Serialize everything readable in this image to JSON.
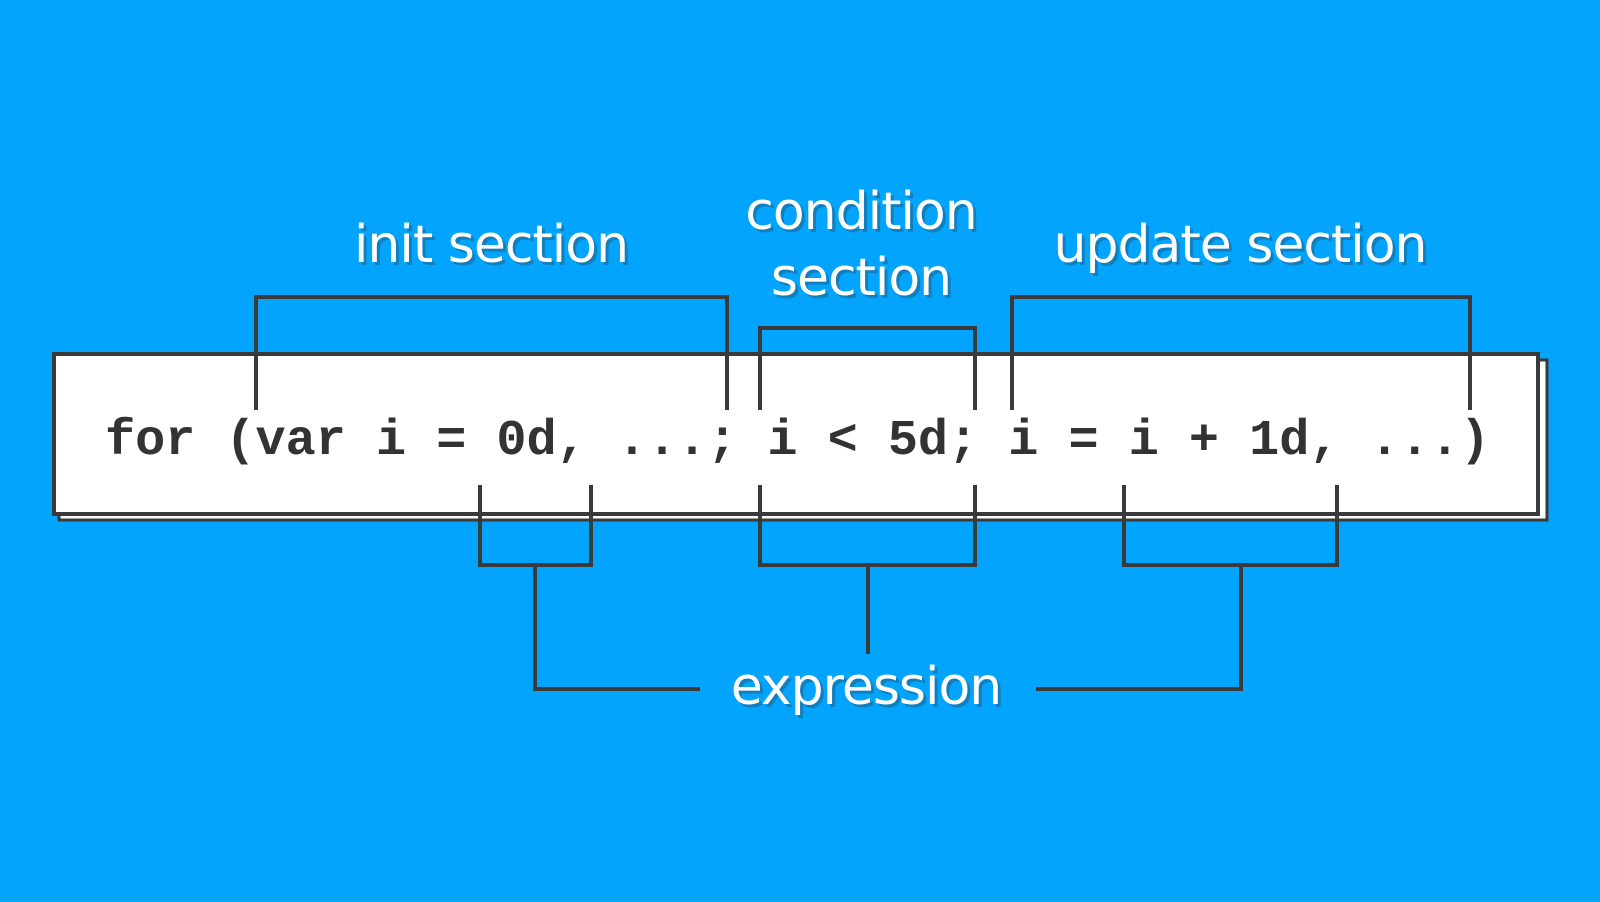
{
  "code": {
    "line": "for (var i = 0d, ...; i < 5d; i = i + 1d, ...)"
  },
  "labels": {
    "init_section": "init section",
    "condition_section_line1": "condition",
    "condition_section_line2": "section",
    "update_section": "update section",
    "expression": "expression"
  },
  "colors": {
    "background": "#03a4fd",
    "code_box_fill": "#ffffff",
    "line_color": "#3a3a3a",
    "label_color": "#ffffff",
    "code_color": "#333333"
  }
}
